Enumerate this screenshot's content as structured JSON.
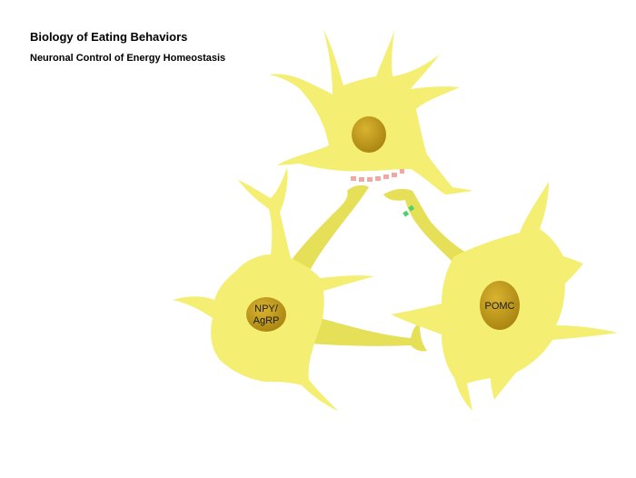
{
  "header": {
    "title": "Biology of Eating Behaviors",
    "subtitle": "Neuronal Control of Energy Homeostasis"
  },
  "neurons": {
    "top": {
      "label": ""
    },
    "left": {
      "label_line1": "NPY/",
      "label_line2": "AgRP"
    },
    "right": {
      "label": "POMC"
    }
  },
  "colors": {
    "cell_body": "#f4ef73",
    "cell_shade": "#e6df58",
    "nucleus": "#c9a21b",
    "nucleus_dark": "#a88410",
    "receptor_pink": "#f0a8a0",
    "receptor_green": "#4fd06a"
  }
}
